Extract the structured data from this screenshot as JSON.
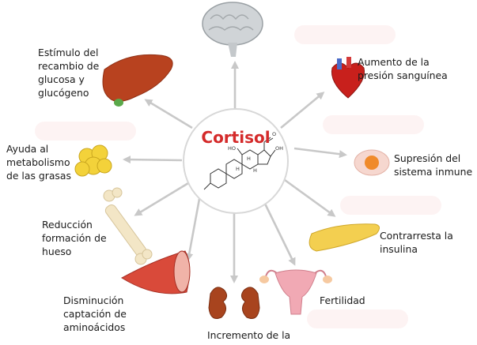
{
  "center": {
    "title": "Cortisol",
    "molecule_labels": {
      "oh_left": "HO",
      "oh_right": "OH",
      "ketone_o": "O",
      "h1": "H",
      "h2": "H",
      "h3": "H"
    }
  },
  "effects": [
    {
      "id": "glucosa",
      "text": "Estímulo del\nrecambio de\nglucosa y\nglucógeno",
      "icon": "liver-icon"
    },
    {
      "id": "presion",
      "text": "Aumento de la\npresión sanguínea",
      "icon": "heart-icon"
    },
    {
      "id": "grasas",
      "text": "Ayuda al\nmetabolismo\nde las grasas",
      "icon": "fat-cell-icon"
    },
    {
      "id": "inmune",
      "text": "Supresión del\nsistema inmune",
      "icon": "immune-cell-icon"
    },
    {
      "id": "hueso",
      "text": "Reducción\nformación de\nhueso",
      "icon": "bone-icon"
    },
    {
      "id": "insulina",
      "text": "Contrarresta la\ninsulina",
      "icon": "pancreas-icon"
    },
    {
      "id": "aminoacidos",
      "text": "Disminución\ncaptación de\naminoácidos",
      "icon": "muscle-icon"
    },
    {
      "id": "fertilidad",
      "text": "Fertilidad",
      "icon": "uterus-icon"
    },
    {
      "id": "renal",
      "text": "Incremento de la",
      "icon": "kidneys-icon"
    },
    {
      "id": "cerebro",
      "text": "",
      "icon": "brain-icon"
    }
  ],
  "colors": {
    "title": "#d42a2a",
    "arrow": "#c8c8c8",
    "liver": "#b8421f",
    "heart": "#c8201c",
    "fat": "#f3d23a",
    "bone": "#f3e6c6",
    "pancreas": "#f3cf50",
    "muscle": "#d94a3a",
    "uterus": "#f1a9b4",
    "kidney": "#a8441e",
    "brain": "#cfd3d6"
  }
}
